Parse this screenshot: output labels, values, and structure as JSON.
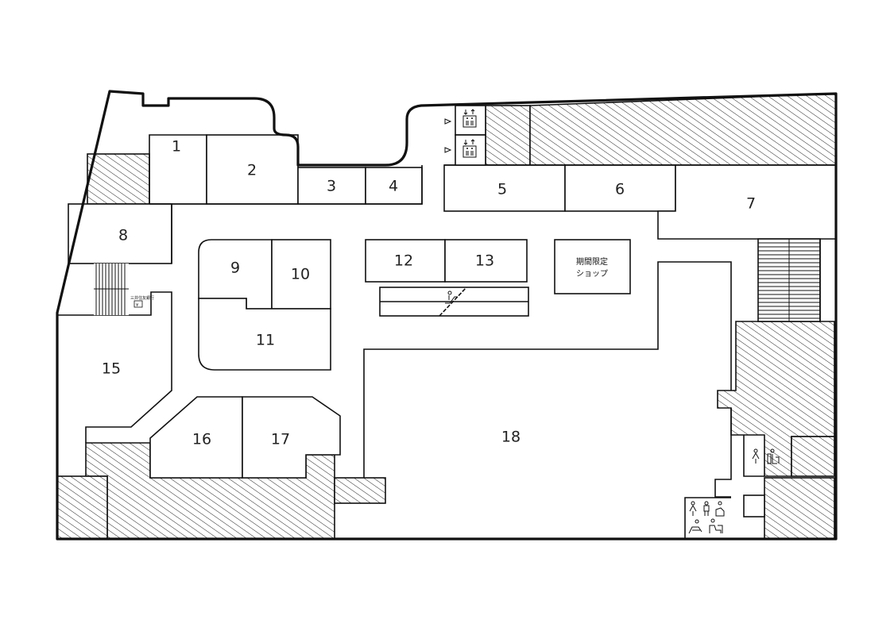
{
  "map": {
    "rooms": {
      "r1": "1",
      "r2": "2",
      "r3": "3",
      "r4": "4",
      "r5": "5",
      "r6": "6",
      "r7": "7",
      "r8": "8",
      "r9": "9",
      "r10": "10",
      "r11": "11",
      "r12": "12",
      "r13": "13",
      "r15": "15",
      "r16": "16",
      "r17": "17",
      "r18": "18"
    },
    "popup_shop": {
      "line1": "期間限定",
      "line2": "ショップ"
    },
    "atm_sign": "三井住友銀行",
    "icons": [
      "elevator-icon",
      "escalator-icon",
      "restroom-icon",
      "multipurpose-restroom-icon",
      "baby-room-icon",
      "atm-icon"
    ]
  }
}
